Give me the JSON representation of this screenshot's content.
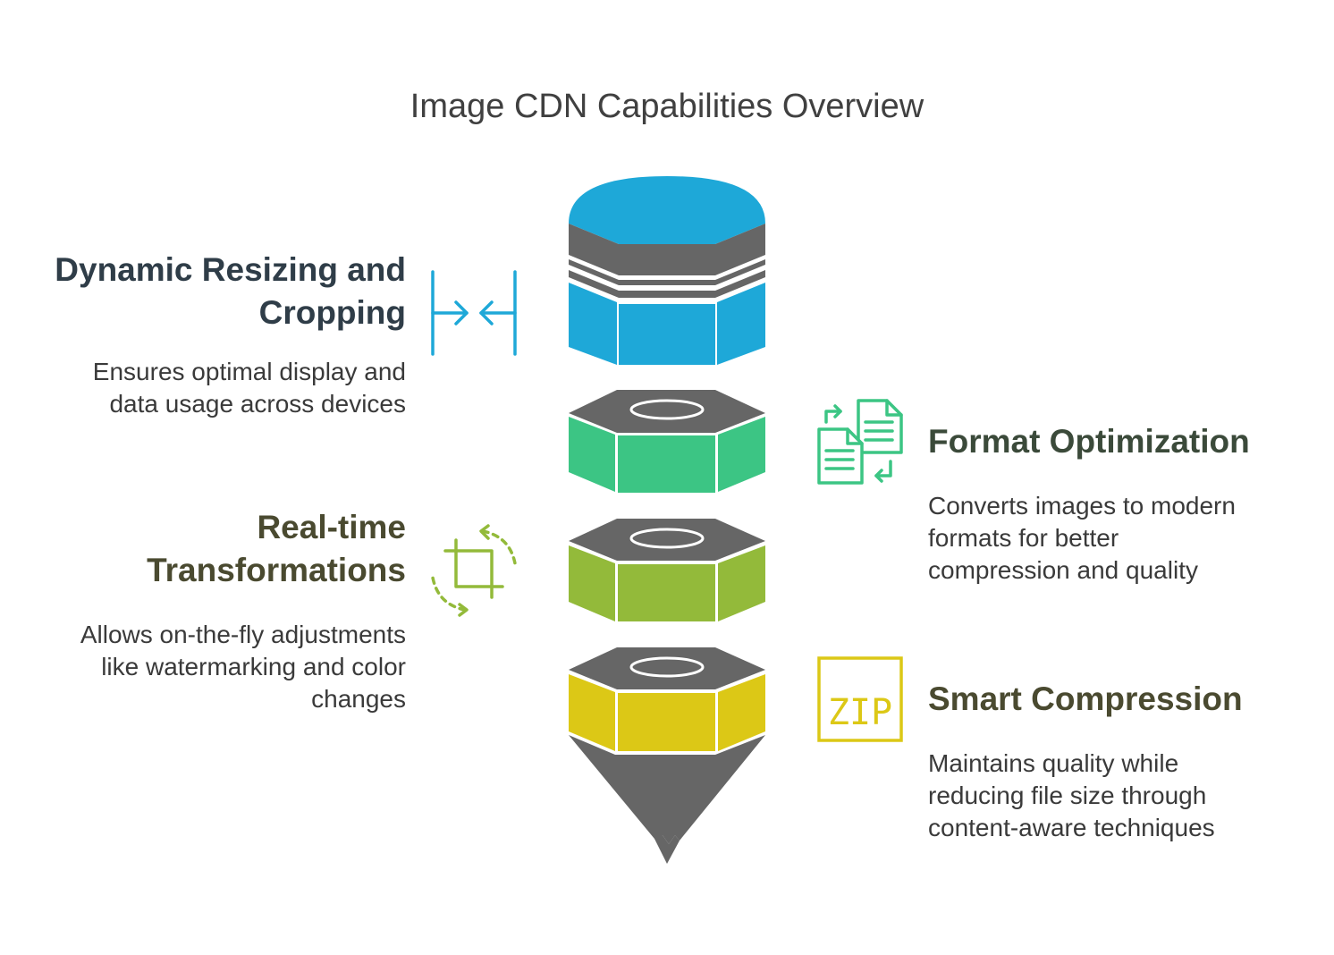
{
  "title": "Image CDN Capabilities Overview",
  "colors": {
    "blue": "#1EA8D8",
    "green": "#3CC584",
    "lime": "#93BA3A",
    "yellow": "#DCC816",
    "gray": "#666666",
    "heading_dark": "#2F3D48",
    "heading_green": "#3B4A3A",
    "heading_olive": "#4A4A30",
    "text": "#3A3A3A"
  },
  "capabilities": [
    {
      "heading_line1": "Dynamic Resizing and",
      "heading_line2": "Cropping",
      "desc_line1": "Ensures optimal display and",
      "desc_line2": "data usage across devices",
      "icon": "resize-arrows-icon",
      "color": "blue"
    },
    {
      "heading": "Format Optimization",
      "desc_line1": "Converts images to modern",
      "desc_line2": "formats for better",
      "desc_line3": "compression and quality",
      "icon": "document-convert-icon",
      "color": "green"
    },
    {
      "heading_line1": "Real-time",
      "heading_line2": "Transformations",
      "desc_line1": "Allows on-the-fly adjustments",
      "desc_line2": "like watermarking and color",
      "desc_line3": "changes",
      "icon": "crop-rotate-icon",
      "color": "lime"
    },
    {
      "heading": "Smart Compression",
      "desc_line1": "Maintains quality while",
      "desc_line2": "reducing file size through",
      "desc_line3": "content-aware techniques",
      "icon": "zip-file-icon",
      "icon_text": "ZIP",
      "color": "yellow"
    }
  ]
}
